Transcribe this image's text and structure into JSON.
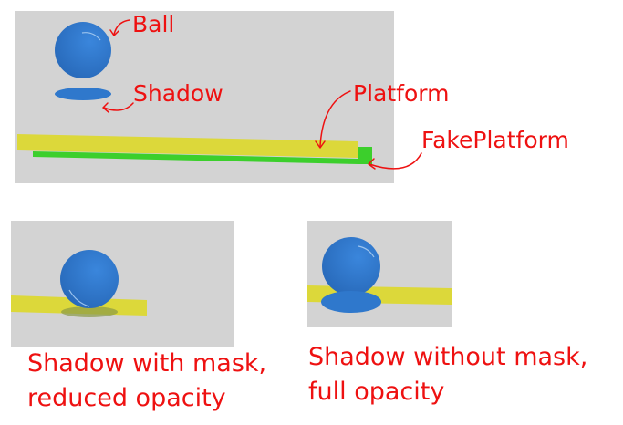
{
  "labels": {
    "ball": "Ball",
    "shadow": "Shadow",
    "platform": "Platform",
    "fake_platform": "FakePlatform"
  },
  "captions": {
    "masked_line1": "Shadow with mask,",
    "masked_line2": "reduced opacity",
    "unmasked_line1": "Shadow without mask,",
    "unmasked_line2": "full opacity"
  },
  "colors": {
    "panel": "#d3d3d3",
    "ball": "#2f78cc",
    "platform": "#dcd83a",
    "fake_platform": "#3ccf2c",
    "annotation": "#ee1111"
  }
}
